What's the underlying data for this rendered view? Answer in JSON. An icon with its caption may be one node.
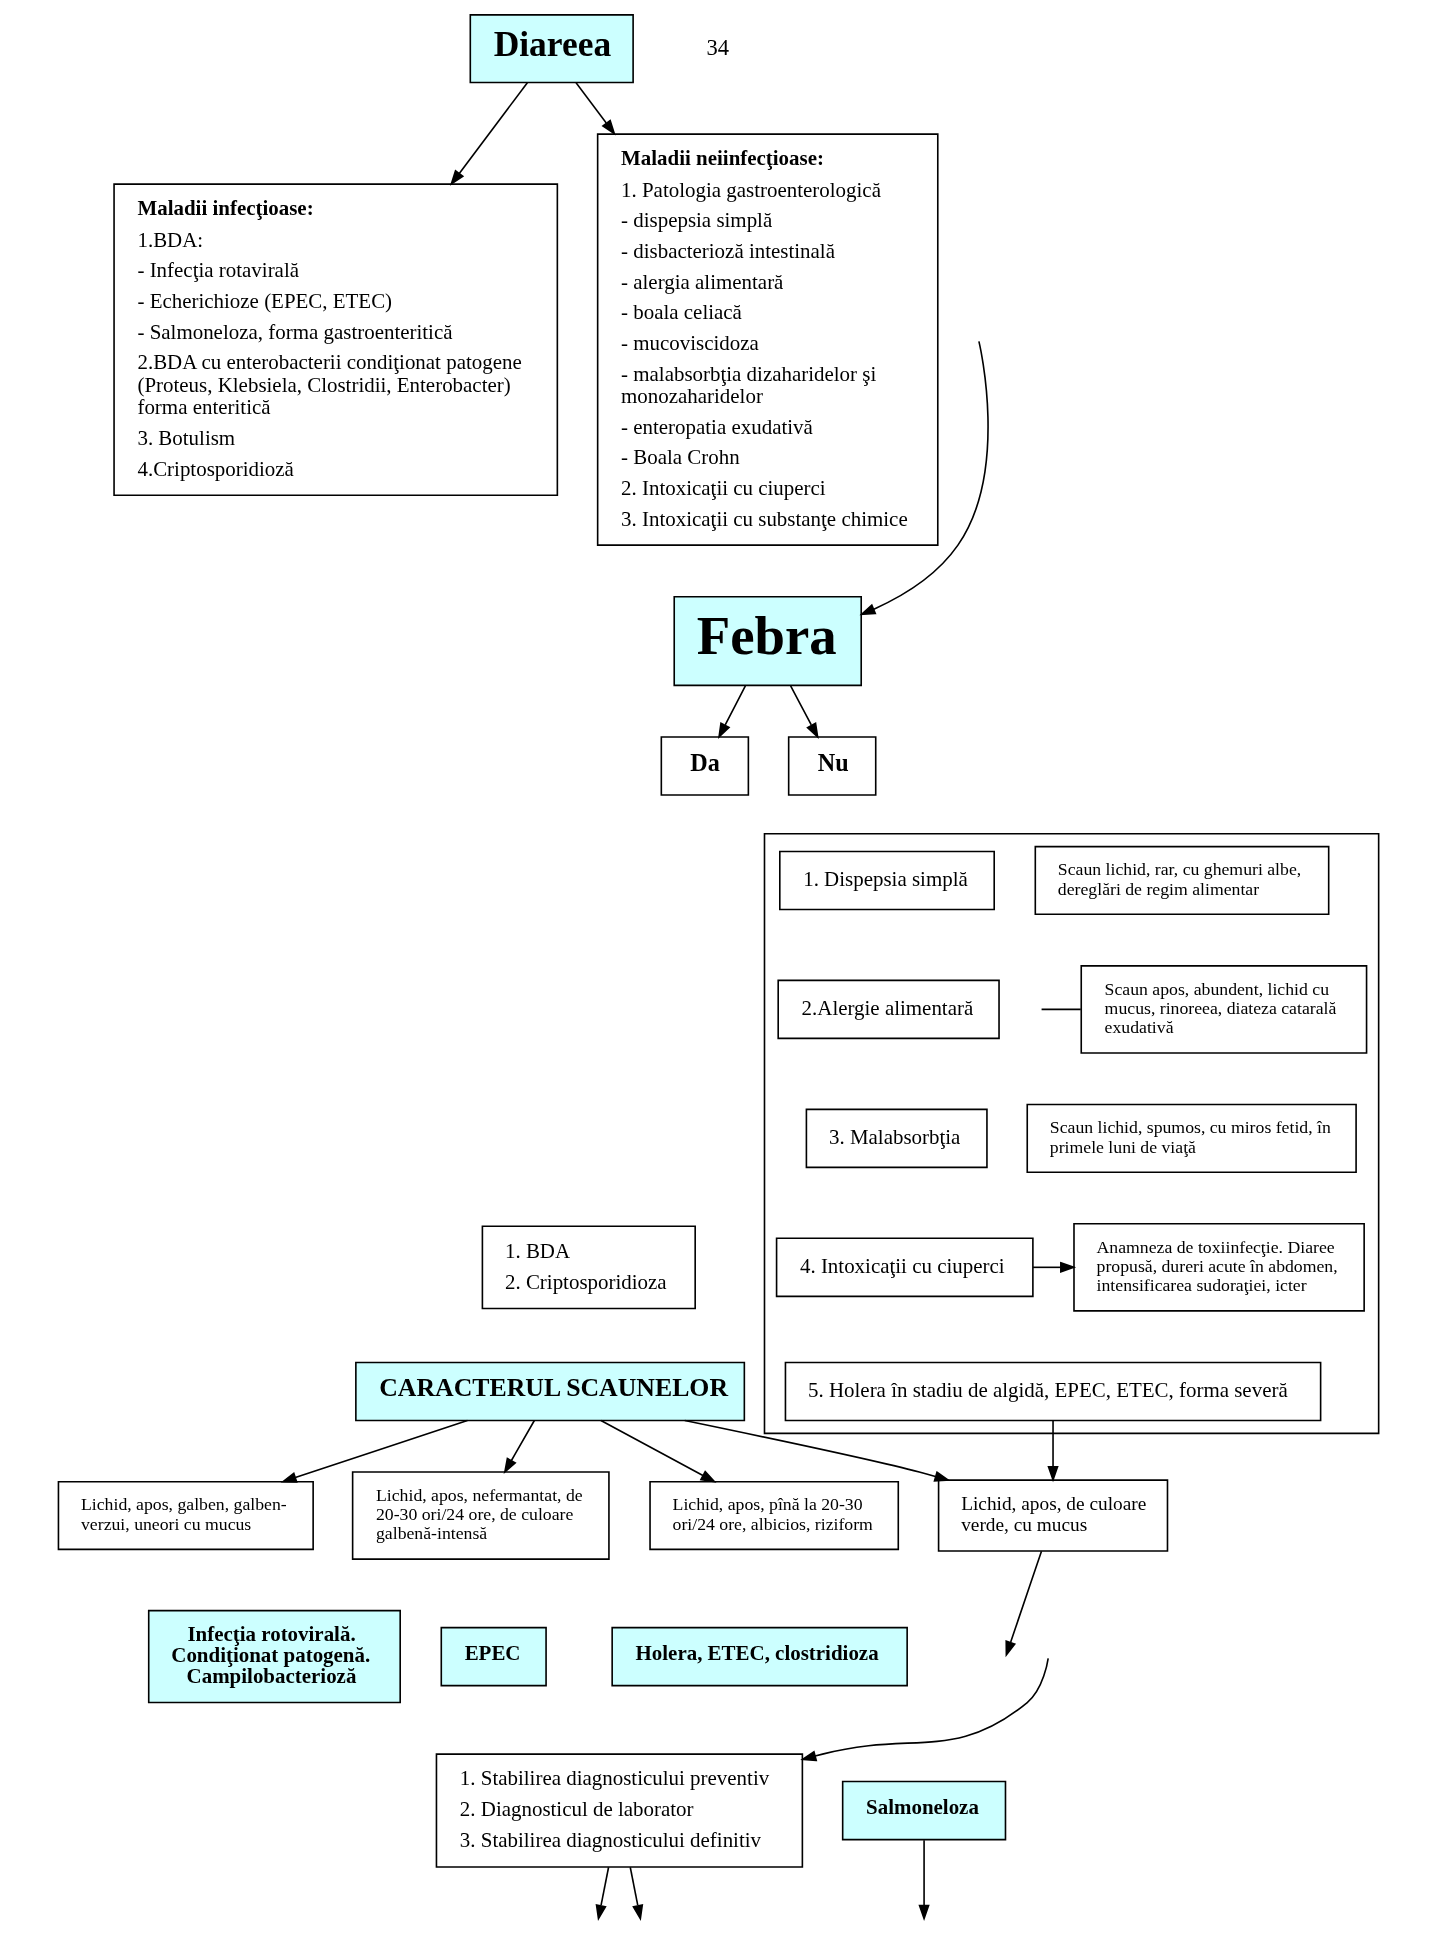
{
  "diagram": {
    "nodes": [
      {
        "text": [
          "Diareea"
        ]
      },
      {
        "text": [
          "Maladii infecţioase:",
          "1.BDA:",
          "- Infecţia rotavirală",
          "- Echerichioze (EPEC, ETEC)",
          "- Salmoneloza, forma gastroenteritică",
          "2.BDA cu enterobacterii condiţionat patogene (Proteus, Klebsiela, Clostridii, Enterobacter) forma enteritică",
          "3. Botulism",
          "4.Criptosporidioză"
        ]
      },
      {
        "text": [
          "Maladii neiinfecţioase:",
          "1. Patologia gastroenterologică",
          "- dispepsia simplă",
          "- disbacterioză intestinală",
          "- alergia alimentară",
          "- boala celiacă",
          "- mucoviscidoza",
          "- malabsorbţia dizaharidelor şi monozaharidelor",
          "- enteropatia exudativă",
          "- Boala Crohn",
          "2. Intoxicaţii cu ciuperci",
          "3. Intoxicaţii cu substanţe chimice"
        ]
      },
      {
        "text": [
          "Febra"
        ]
      },
      {
        "text": [
          "Da"
        ]
      },
      {
        "text": [
          "1. BDA",
          "2. Criptosporidioza"
        ]
      },
      {
        "text": [
          "Nu"
        ]
      },
      {
        "text": [],
        "shape": "box"
      },
      {
        "text": [
          "1. Dispepsia simplă"
        ],
        "in": 7
      },
      {
        "text": [
          "Scaun lichid, rar, cu ghemuri albe, dereglări de regim alimentar"
        ],
        "in": 7
      },
      {
        "text": [
          "2.Alergie alimentară"
        ],
        "in": 7
      },
      {
        "text": [
          "Scaun apos, abundent, lichid cu mucus, rinoreea, diateza catarală exudativă"
        ],
        "in": 7
      },
      {
        "text": [
          "3. Malabsorbţia"
        ],
        "in": 7
      },
      {
        "text": [
          "Scaun lichid, spumos, cu miros fetid, în primele luni de viaţă"
        ],
        "in": 7
      },
      {
        "text": [
          "4. Intoxicaţii cu ciuperci"
        ],
        "in": 7
      },
      {
        "text": [
          "Anamneza de toxiinfecţie. Diaree propusă, dureri acute în abdomen, intensificarea sudoraţiei, icter"
        ],
        "in": 7
      },
      {
        "text": [
          "5. Holera în stadiu de algidă, EPEC, ETEC, forma severă"
        ],
        "in": 7
      },
      {
        "text": [
          "CARACTERUL SCAUNELOR"
        ]
      },
      {
        "text": [
          "Lichid, apos, galben, galben-verzui, uneori cu mucus"
        ]
      },
      {
        "text": [
          "Lichid, apos, nefermantat, de 20-30 ori/24 ore, de culoare galbenă-intensă"
        ]
      },
      {
        "text": [
          "Lichid, apos, pînă la 20-30 ori/24 ore, albicios, riziform"
        ]
      },
      {
        "text": [
          "Lichid, apos, de culoare verde, cu mucus"
        ]
      },
      {
        "text": [
          "Infecţia rotovirală. Condiţionat patogenă. Campilobacterioză"
        ]
      },
      {
        "text": [
          "EPEC"
        ]
      },
      {
        "text": [
          "Holera, ETEC, clostridioza"
        ]
      },
      {
        "text": [
          "1. Stabilirea diagnosticului preventiv",
          "2. Diagnosticul de laborator",
          "3. Stabilirea diagnosticului definitiv"
        ]
      },
      {
        "text": [
          "Salmoneloza"
        ]
      }
    ],
    "edges": [
      {
        "from": 0,
        "to": 1,
        "arrow": "to"
      },
      {
        "from": 0,
        "to": 2,
        "arrow": "to"
      },
      {
        "from": null,
        "to": 3,
        "arrow": "to"
      },
      {
        "from": 3,
        "to": 4,
        "arrow": "to"
      },
      {
        "from": 3,
        "to": 6,
        "arrow": "to"
      },
      {
        "from": null,
        "to": 11,
        "arrow": "none"
      },
      {
        "from": 14,
        "to": 15,
        "arrow": "to"
      },
      {
        "from": 16,
        "to": 21,
        "arrow": "to"
      },
      {
        "from": 21,
        "to": null,
        "arrow": "to"
      },
      {
        "from": 17,
        "to": 18,
        "arrow": "to"
      },
      {
        "from": 17,
        "to": 19,
        "arrow": "to"
      },
      {
        "from": 17,
        "to": 20,
        "arrow": "to"
      },
      {
        "from": 17,
        "to": 21,
        "arrow": "to"
      },
      {
        "from": null,
        "to": 25,
        "arrow": "to"
      },
      {
        "from": 25,
        "to": null,
        "arrow": "to"
      },
      {
        "from": 25,
        "to": null,
        "arrow": "to"
      },
      {
        "from": 26,
        "to": null,
        "arrow": "to"
      }
    ],
    "labels": [
      "34"
    ]
  }
}
